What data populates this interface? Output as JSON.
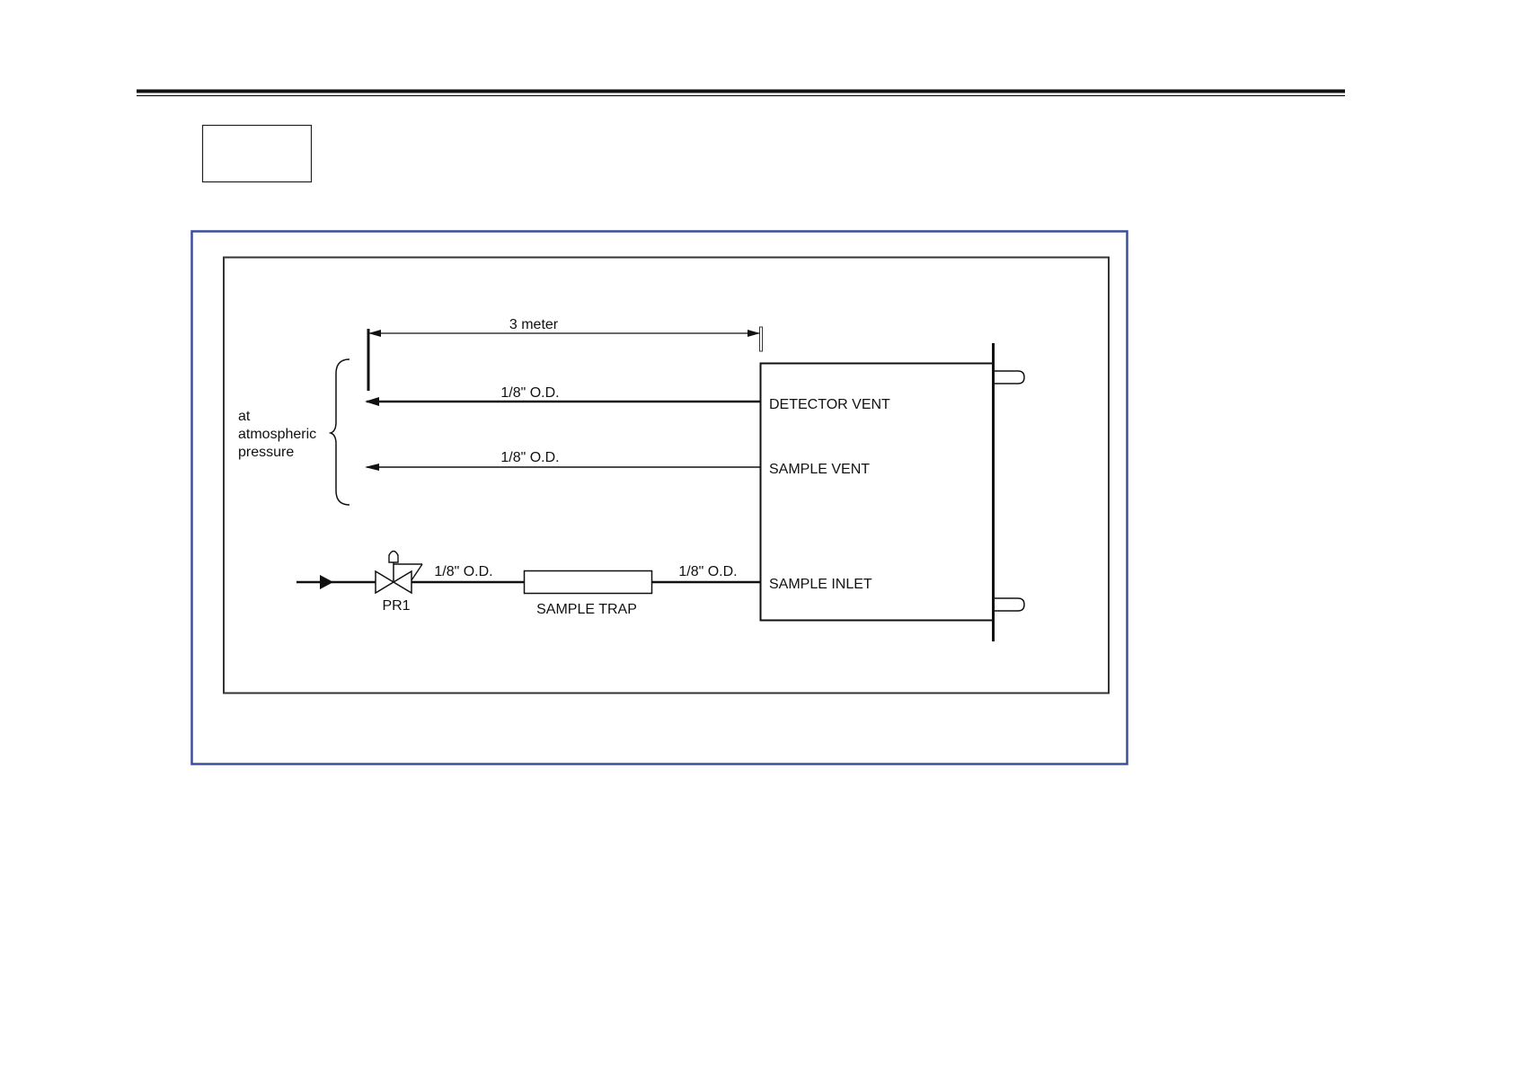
{
  "labels": {
    "distance": "3 meter",
    "tube_detector_vent": "1/8\" O.D.",
    "tube_sample_vent": "1/8\" O.D.",
    "tube_valve_to_trap": "1/8\" O.D.",
    "tube_trap_to_inlet": "1/8\" O.D.",
    "atmos_line1": "at",
    "atmos_line2": "atmospheric",
    "atmos_line3": "pressure",
    "port_detector_vent": "DETECTOR VENT",
    "port_sample_vent": "SAMPLE VENT",
    "port_sample_inlet": "SAMPLE INLET",
    "sample_trap": "SAMPLE TRAP",
    "valve": "PR1"
  },
  "colors": {
    "frame_blue": "#3a4f9c",
    "line": "#111111"
  },
  "icons": {
    "valve": "pressure-regulator-valve-icon",
    "flow_arrow": "flow-direction-arrow-icon"
  }
}
